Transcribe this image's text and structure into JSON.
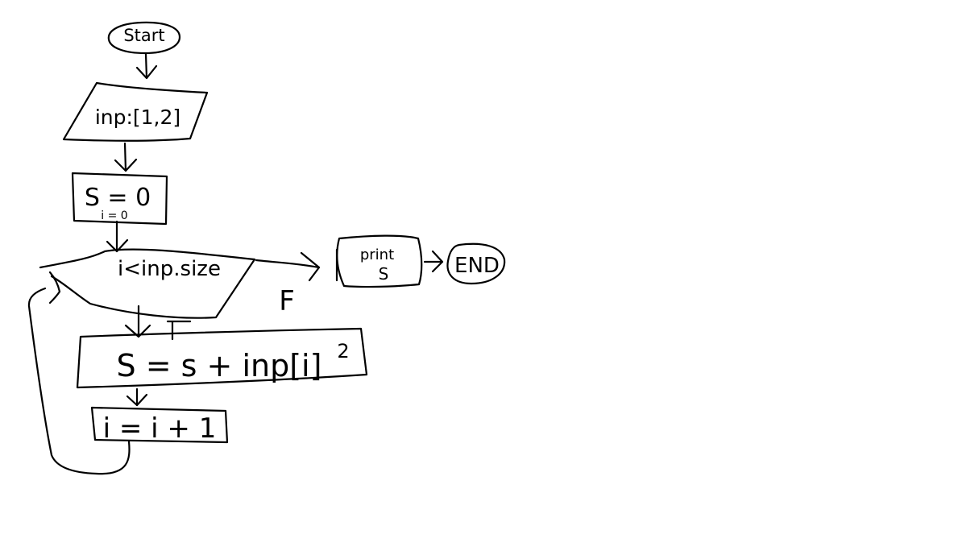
{
  "flowchart": {
    "start": "Start",
    "input": "inp:[1,2]",
    "init_s": "S = 0",
    "init_i": "i = 0",
    "condition": "i<inp.size",
    "body_base": "S = s + inp[i]",
    "body_exp": "2",
    "increment": "i = i + 1",
    "print_line1": "print",
    "print_line2": "S",
    "end": "END",
    "label_true": "T",
    "label_false": "F"
  }
}
